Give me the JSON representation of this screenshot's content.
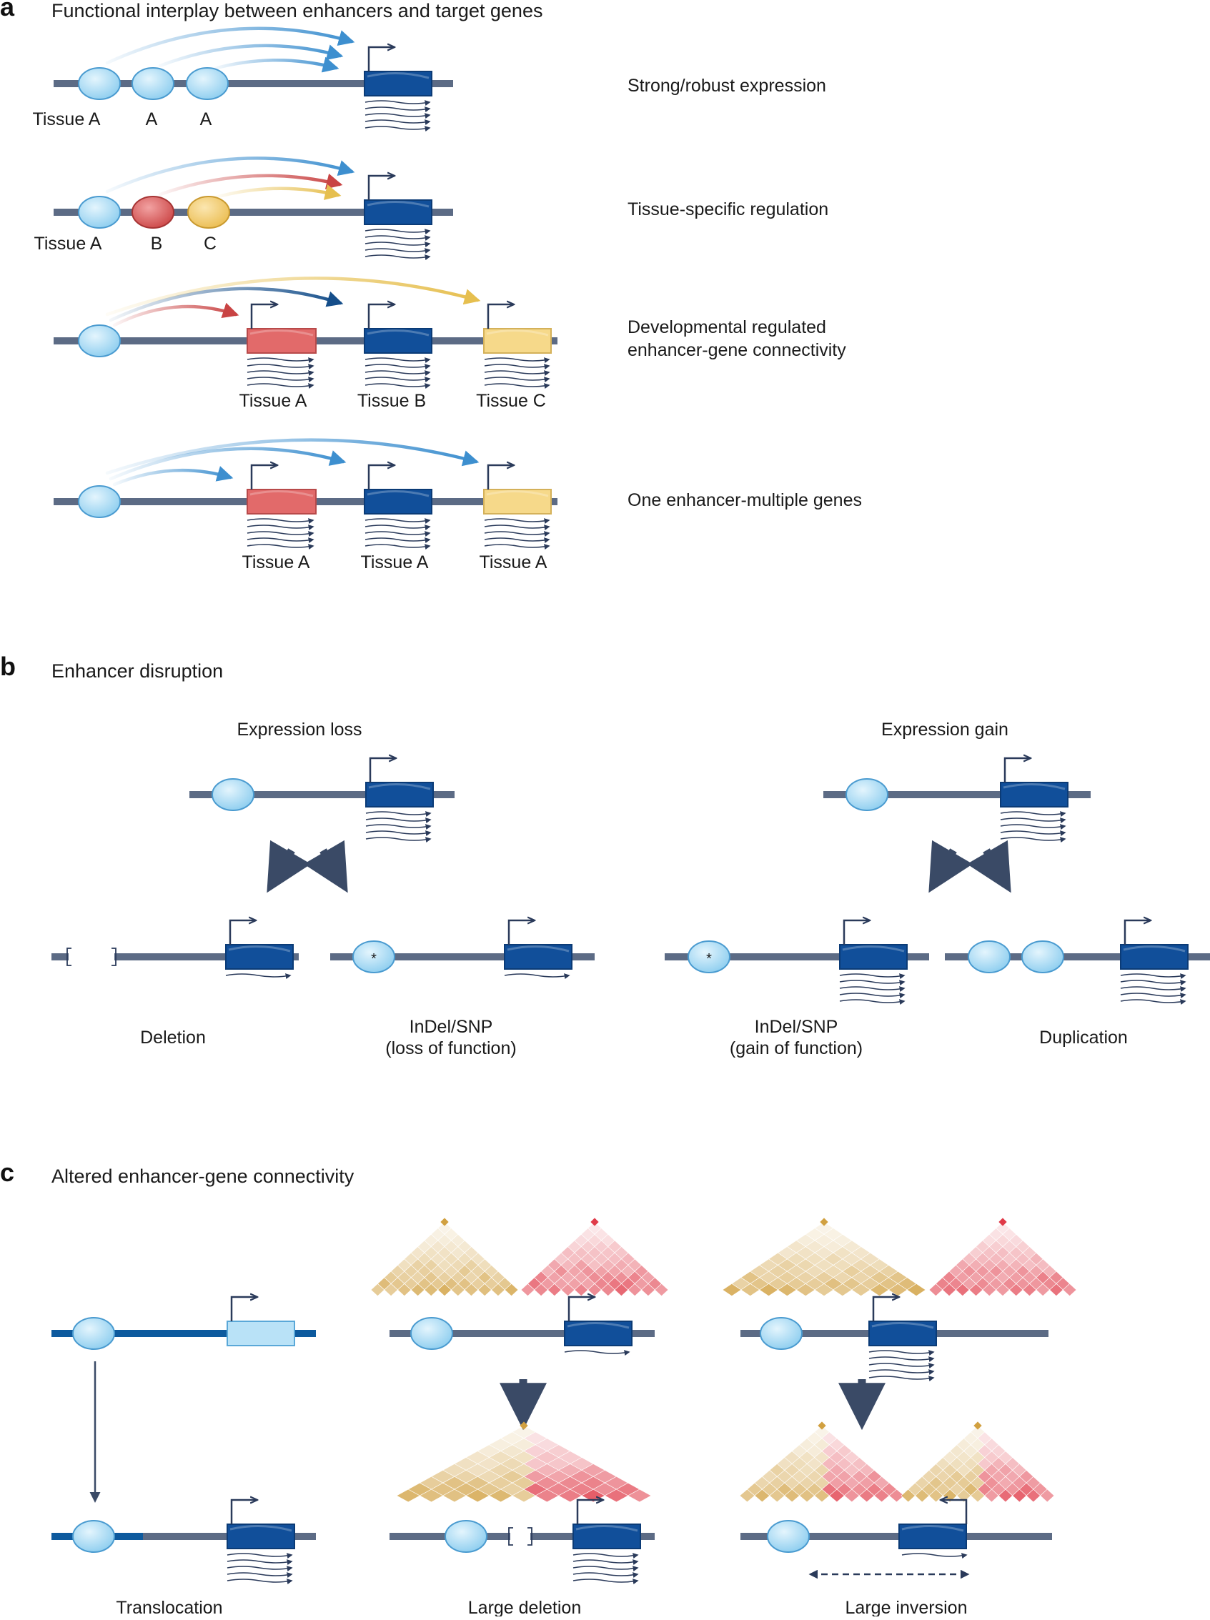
{
  "panel_a": {
    "letter": "a",
    "title": "Functional interplay between enhancers and target genes",
    "rows": [
      {
        "description": [
          "Strong/robust expression"
        ],
        "labels": [
          "Tissue A",
          "A",
          "A"
        ]
      },
      {
        "description": [
          "Tissue-specific regulation"
        ],
        "labels": [
          "Tissue A",
          "B",
          "C"
        ]
      },
      {
        "description": [
          "Developmental regulated",
          "enhancer-gene connectivity"
        ],
        "labels": [
          "Tissue A",
          "Tissue B",
          "Tissue C"
        ]
      },
      {
        "description": [
          "One enhancer-multiple genes"
        ],
        "labels": [
          "Tissue A",
          "Tissue A",
          "Tissue A"
        ]
      }
    ]
  },
  "panel_b": {
    "letter": "b",
    "title": "Enhancer disruption",
    "loss_title": "Expression loss",
    "gain_title": "Expression gain",
    "deletion": "Deletion",
    "indel_loss": [
      "InDel/SNP",
      "(loss of function)"
    ],
    "indel_gain": [
      "InDel/SNP",
      "(gain of function)"
    ],
    "duplication": "Duplication",
    "snp_mark": "*"
  },
  "panel_c": {
    "letter": "c",
    "title": "Altered enhancer-gene connectivity",
    "translocation": "Translocation",
    "large_deletion": "Large deletion",
    "large_inversion": "Large inversion"
  },
  "colors": {
    "dna": "#5c6b85",
    "dna_dark_blue": "#0d5a9e",
    "enhancer_blue": "#9fd6f3",
    "enhancer_red": "#d95a5a",
    "enhancer_yellow": "#f2cb6a",
    "gene_blue": "#114f9a",
    "gene_red": "#e26a6a",
    "gene_yellow": "#f6d98a",
    "gene_light": "#b9e2f7",
    "arc_blue": "#3d8fcf",
    "arc_red": "#c94444",
    "arc_yellow": "#e6bf4f",
    "arc_navy": "#154e8a",
    "tad_gold": "#d1a040",
    "tad_red": "#e03a48",
    "arrow": "#3a4a66"
  }
}
